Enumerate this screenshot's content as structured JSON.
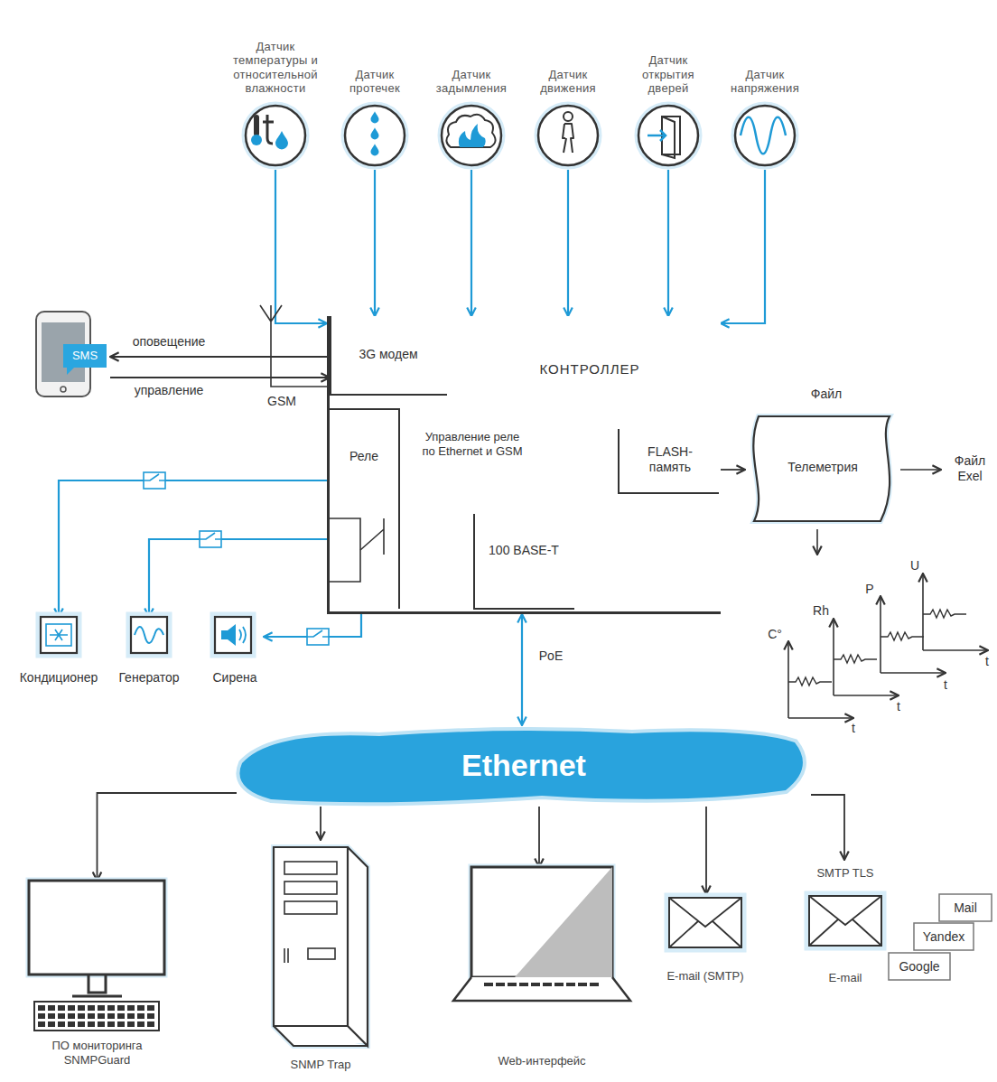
{
  "diagram": {
    "nodes": [
      {
        "text": [
          "Датчик температуры и относительной влажности"
        ]
      },
      {
        "text": [
          "Датчик протечек"
        ]
      },
      {
        "text": [
          "Датчик задымления"
        ]
      },
      {
        "text": [
          "Датчик движения"
        ]
      },
      {
        "text": [
          "Датчик открытия дверей"
        ]
      },
      {
        "text": [
          "Датчик напряжения"
        ]
      },
      {
        "text": [
          "SMS"
        ]
      },
      {
        "text": [
          "КОНТРОЛЛЕР"
        ]
      },
      {
        "text": [
          "3G модем"
        ],
        "in": 7
      },
      {
        "text": [
          "Реле"
        ],
        "in": 7
      },
      {
        "text": [
          "FLASH-память"
        ],
        "in": 7
      },
      {
        "text": [
          "100 BASE-T"
        ],
        "in": 7
      },
      {
        "text": [
          "Файл",
          "Телеметрия"
        ]
      },
      {
        "text": [
          "Кондиционер"
        ]
      },
      {
        "text": [
          "Генератор"
        ]
      },
      {
        "text": [
          "Сирена"
        ]
      },
      {
        "text": [
          "Ethernet"
        ]
      },
      {
        "text": [
          "ПО мониторинга SNMPGuard"
        ]
      },
      {
        "text": [
          "SNMP Trap"
        ]
      },
      {
        "text": [
          "Web-интерфейс"
        ]
      },
      {
        "text": [
          "E-mail (SMTP)"
        ]
      },
      {
        "text": [
          "SMTP TLS",
          "E-mail"
        ]
      },
      {
        "text": [
          "Mail"
        ]
      },
      {
        "text": [
          "Yandex"
        ]
      },
      {
        "text": [
          "Google"
        ]
      }
    ],
    "edges": [
      {
        "from": 0,
        "to": 7,
        "arrow": "to"
      },
      {
        "from": 1,
        "to": 7,
        "arrow": "to"
      },
      {
        "from": 2,
        "to": 7,
        "arrow": "to"
      },
      {
        "from": 3,
        "to": 7,
        "arrow": "to"
      },
      {
        "from": 4,
        "to": 7,
        "arrow": "to"
      },
      {
        "from": 5,
        "to": 7,
        "arrow": "to"
      },
      {
        "from": 8,
        "to": 6,
        "label": "оповещение",
        "arrow": "to"
      },
      {
        "from": 6,
        "to": 8,
        "label": "управление",
        "arrow": "to"
      },
      {
        "from": 8,
        "to": 9,
        "arrow": "to"
      },
      {
        "from": 11,
        "to": 9,
        "arrow": "to"
      },
      {
        "from": 9,
        "to": 13,
        "arrow": "to"
      },
      {
        "from": 9,
        "to": 14,
        "arrow": "to"
      },
      {
        "from": 9,
        "to": 15,
        "arrow": "to"
      },
      {
        "from": 7,
        "to": 12,
        "arrow": "to"
      },
      {
        "from": 7,
        "to": 16,
        "label": "PoE",
        "arrow": "both"
      },
      {
        "from": 16,
        "to": 17,
        "arrow": "to"
      },
      {
        "from": 16,
        "to": 18,
        "arrow": "to"
      },
      {
        "from": 16,
        "to": 19,
        "arrow": "to"
      },
      {
        "from": 16,
        "to": 20,
        "arrow": "to"
      },
      {
        "from": 16,
        "to": 21,
        "arrow": "to"
      }
    ],
    "labels": [
      "GSM",
      "Управление реле по Ethernet и GSM",
      "Файл Exel",
      "C°",
      "Rh",
      "P",
      "U",
      "t",
      "t",
      "t",
      "t"
    ]
  }
}
